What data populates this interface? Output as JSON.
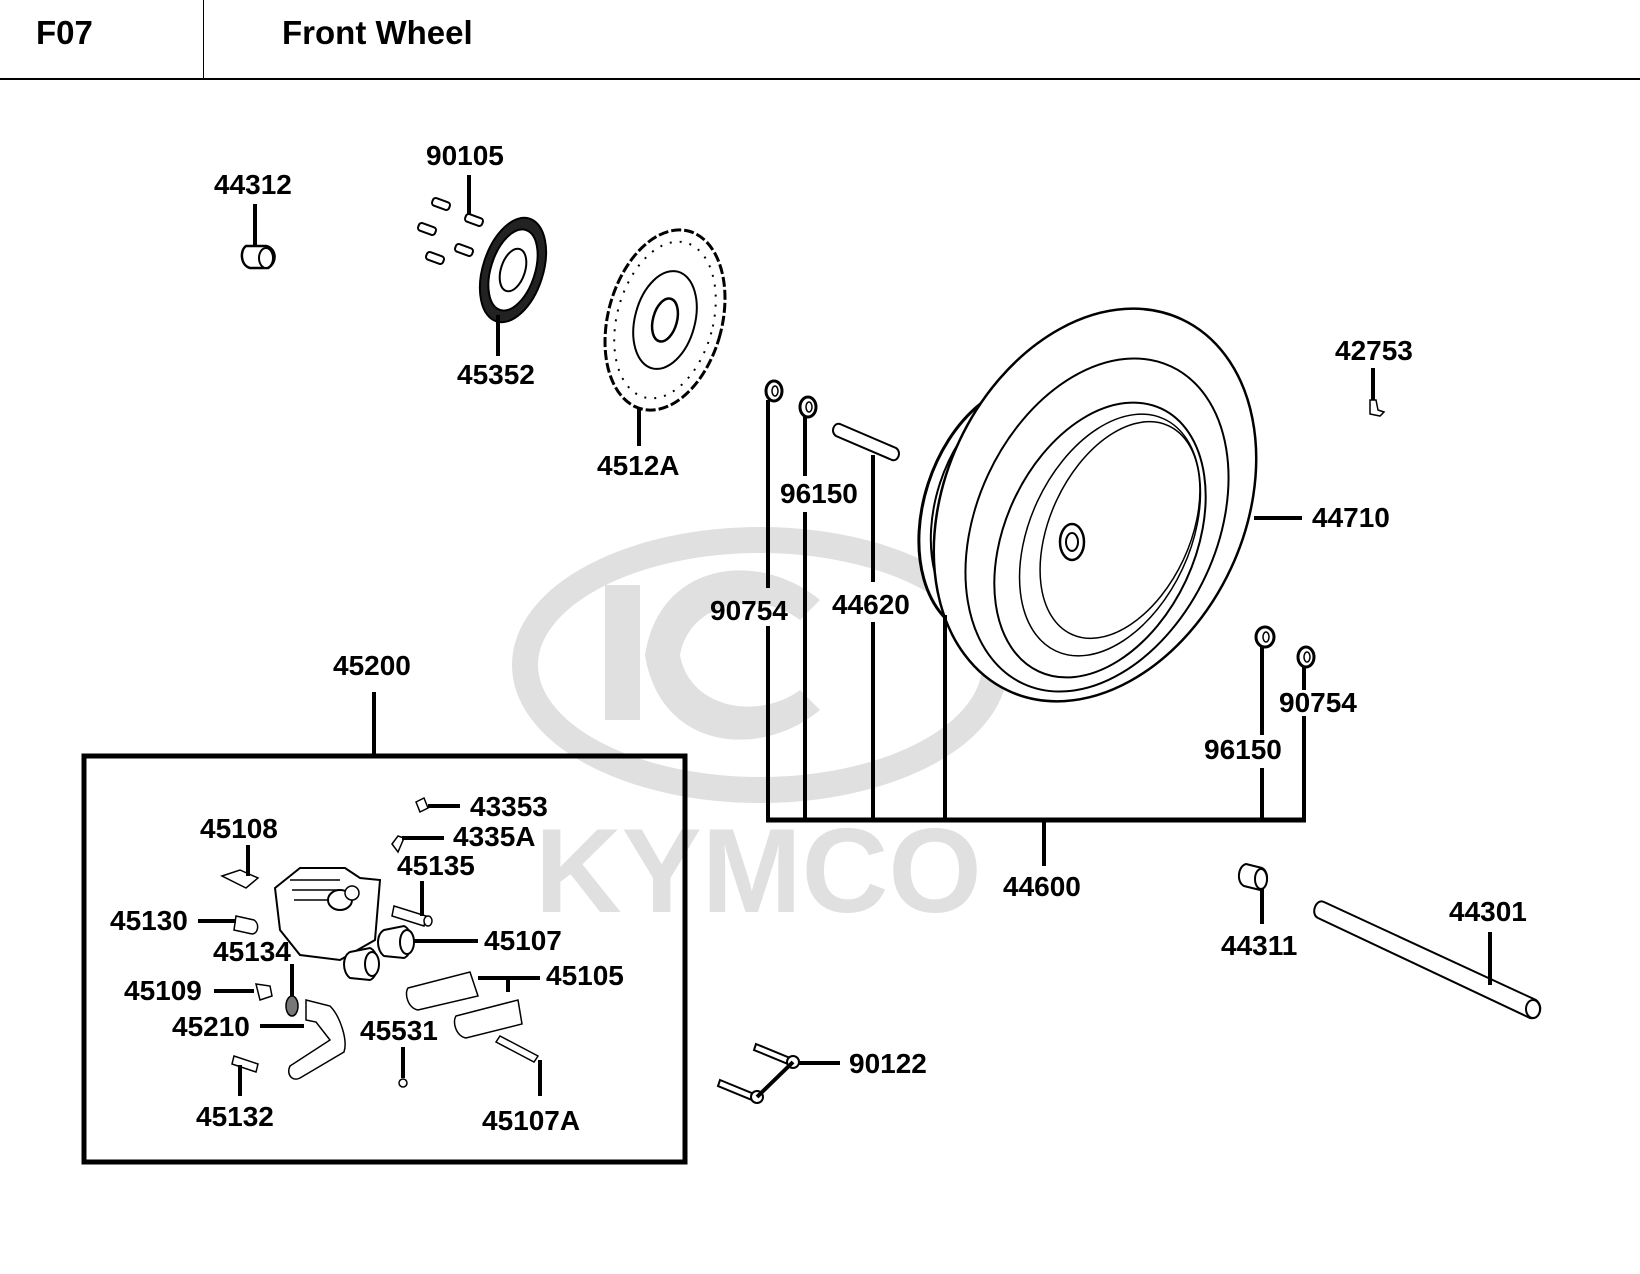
{
  "header": {
    "code": "F07",
    "title": "Front Wheel"
  },
  "watermark": {
    "brand": "KYMCO",
    "color": "#e0e0e0"
  },
  "parts": {
    "p44312": "44312",
    "p90105": "90105",
    "p45352": "45352",
    "p4512A": "4512A",
    "p42753": "42753",
    "p44710": "44710",
    "p96150a": "96150",
    "p90754a": "90754",
    "p44620": "44620",
    "p96150b": "96150",
    "p90754b": "90754",
    "p44600": "44600",
    "p44311": "44311",
    "p44301": "44301",
    "p90122": "90122",
    "p45200": "45200",
    "p43353": "43353",
    "p4335A": "4335A",
    "p45108": "45108",
    "p45135": "45135",
    "p45130": "45130",
    "p45107": "45107",
    "p45134": "45134",
    "p45105": "45105",
    "p45109": "45109",
    "p45210": "45210",
    "p45531": "45531",
    "p45132": "45132",
    "p45107A": "45107A"
  }
}
